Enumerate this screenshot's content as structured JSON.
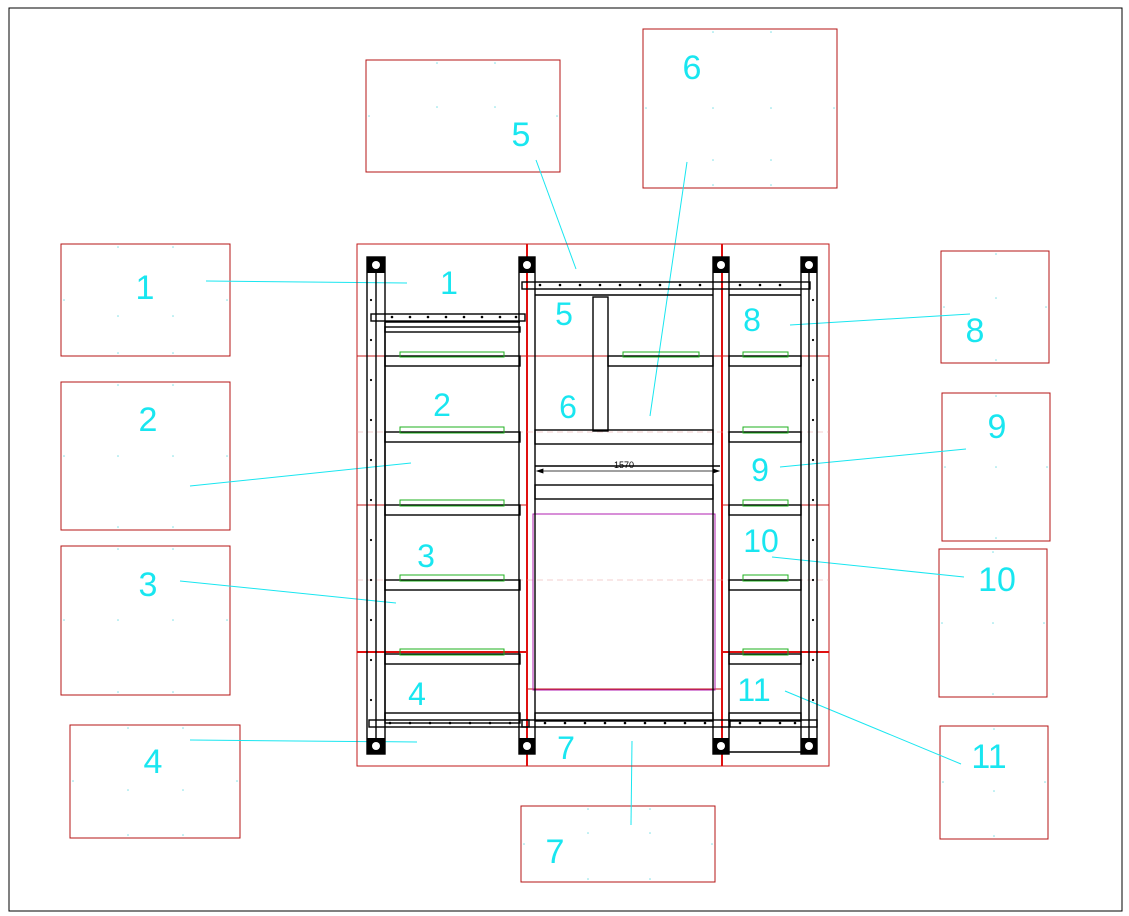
{
  "colors": {
    "callout": "#19e6f0",
    "panel_outline": "#b41414",
    "frame_line": "#000000",
    "grid_red": "#e01010",
    "guide_green": "#1fb01f",
    "magenta": "#b01fb0"
  },
  "callouts": [
    {
      "id": "1",
      "label": "1"
    },
    {
      "id": "2",
      "label": "2"
    },
    {
      "id": "3",
      "label": "3"
    },
    {
      "id": "4",
      "label": "4"
    },
    {
      "id": "5",
      "label": "5"
    },
    {
      "id": "6",
      "label": "6"
    },
    {
      "id": "7",
      "label": "7"
    },
    {
      "id": "8",
      "label": "8"
    },
    {
      "id": "9",
      "label": "9"
    },
    {
      "id": "10",
      "label": "10"
    },
    {
      "id": "11",
      "label": "11"
    }
  ],
  "assembly_labels": [
    {
      "id": "1",
      "label": "1"
    },
    {
      "id": "2",
      "label": "2"
    },
    {
      "id": "3",
      "label": "3"
    },
    {
      "id": "4",
      "label": "4"
    },
    {
      "id": "5",
      "label": "5"
    },
    {
      "id": "6",
      "label": "6"
    },
    {
      "id": "7",
      "label": "7"
    },
    {
      "id": "8",
      "label": "8"
    },
    {
      "id": "9",
      "label": "9"
    },
    {
      "id": "10",
      "label": "10"
    },
    {
      "id": "11",
      "label": "11"
    }
  ],
  "dimension": {
    "value": "1570"
  }
}
